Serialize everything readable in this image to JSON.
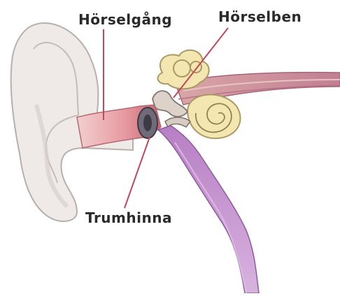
{
  "labels": {
    "ear_canal": "Hörselgång",
    "ossicles": "Hörselben",
    "eardrum": "Trumhinna"
  },
  "colors": {
    "outer_ear": "#ede7e4",
    "ear_canal": "#e8a1a6",
    "inner_ear": "#f3e6b0",
    "nerve": "#c98a9c",
    "eustachian_tube": "#c28fca",
    "leader_lines": "#c4465a",
    "label_text": "#2a2a2a"
  }
}
